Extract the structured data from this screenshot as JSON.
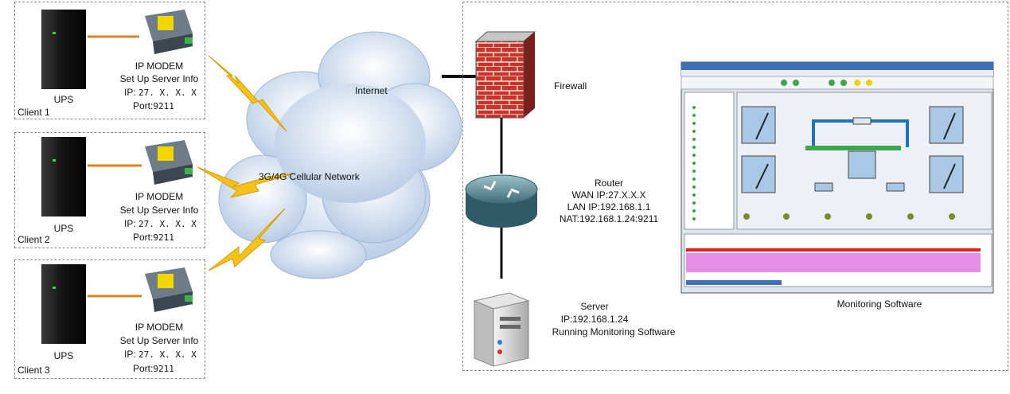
{
  "clients": [
    {
      "name": "Client 1",
      "ups": "UPS",
      "modem": "IP MODEM",
      "setup": "Set Up Server Info",
      "ip_label": "IP:",
      "ip_value": "27. X. X. X",
      "port_label": "Port:",
      "port_value": "9211"
    },
    {
      "name": "Client 2",
      "ups": "UPS",
      "modem": "IP MODEM",
      "setup": "Set Up Server Info",
      "ip_label": "IP:",
      "ip_value": "27. X. X. X",
      "port_label": "Port:",
      "port_value": "9211"
    },
    {
      "name": "Client 3",
      "ups": "UPS",
      "modem": "IP MODEM",
      "setup": "Set Up Server Info",
      "ip_label": "IP:",
      "ip_value": "27. X. X. X",
      "port_label": "Port:",
      "port_value": "9211"
    }
  ],
  "cloud": {
    "internet": "Internet",
    "cellular": "3G/4G Cellular Network"
  },
  "firewall": {
    "label": "Firewall"
  },
  "router": {
    "title": "Router",
    "wan": "WAN IP:27.X.X.X",
    "lan": "LAN IP:192.168.1.1",
    "nat": "NAT:192.168.1.24:9211"
  },
  "server": {
    "title": "Server",
    "ip": "IP:192.168.1.24",
    "desc": "Running Monitoring Software"
  },
  "monitoring": {
    "caption": "Monitoring Software"
  },
  "colors": {
    "cable": "#e0801c",
    "bolt": "#f6c21a",
    "brick": "#c9342a",
    "dashed_border": "#8a8a8a",
    "cloud": "#b9cde6"
  }
}
